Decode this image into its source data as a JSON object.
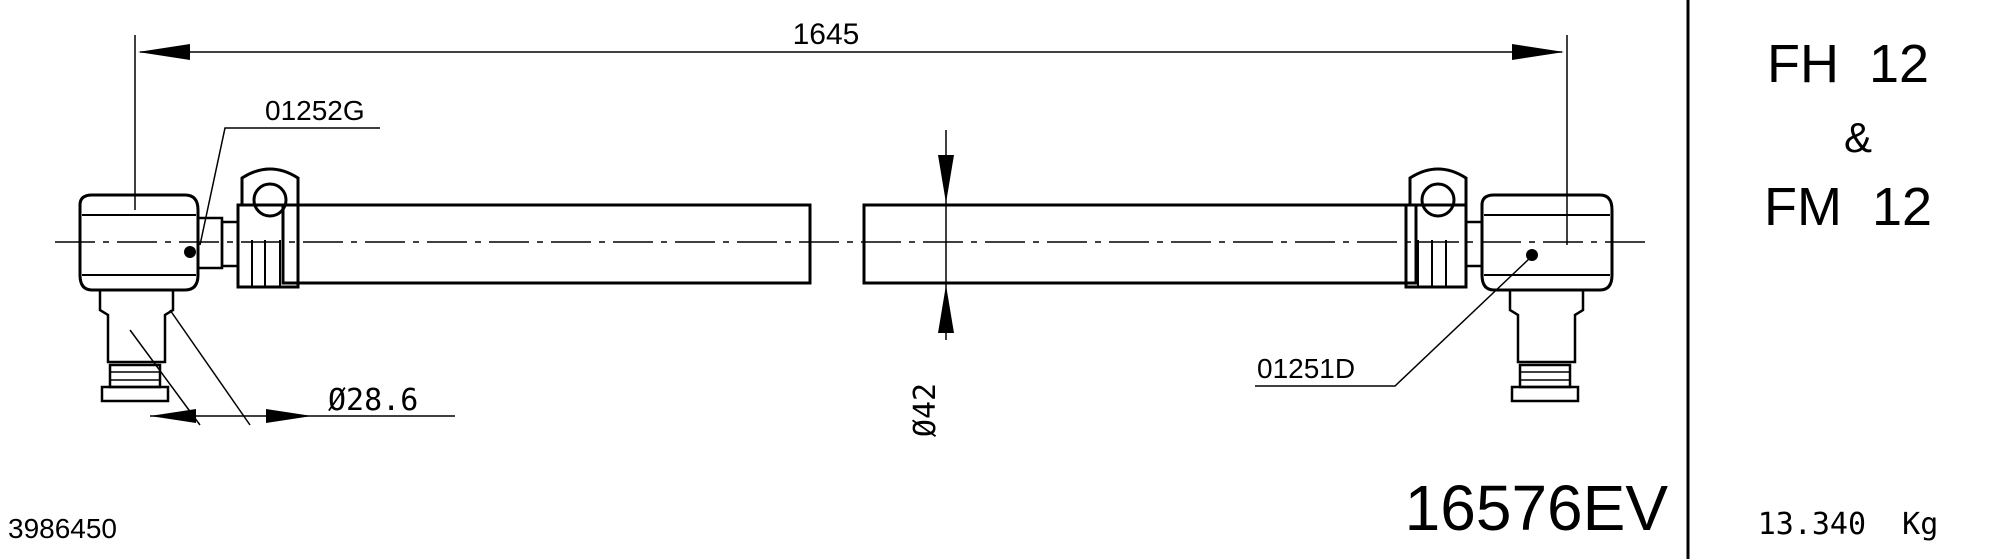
{
  "drawing": {
    "overall_length": "1645",
    "label_left_joint": "01252G",
    "label_right_joint": "01251D",
    "ball_pin_diameter": "Ø28.6",
    "tube_diameter": "Ø42",
    "part_number": "16576EV",
    "reference_number": "3986450"
  },
  "side_panel": {
    "model_line_1": "FH  12",
    "model_amp": "&",
    "model_line_2": "FM  12",
    "weight": "13.340  Kg"
  }
}
